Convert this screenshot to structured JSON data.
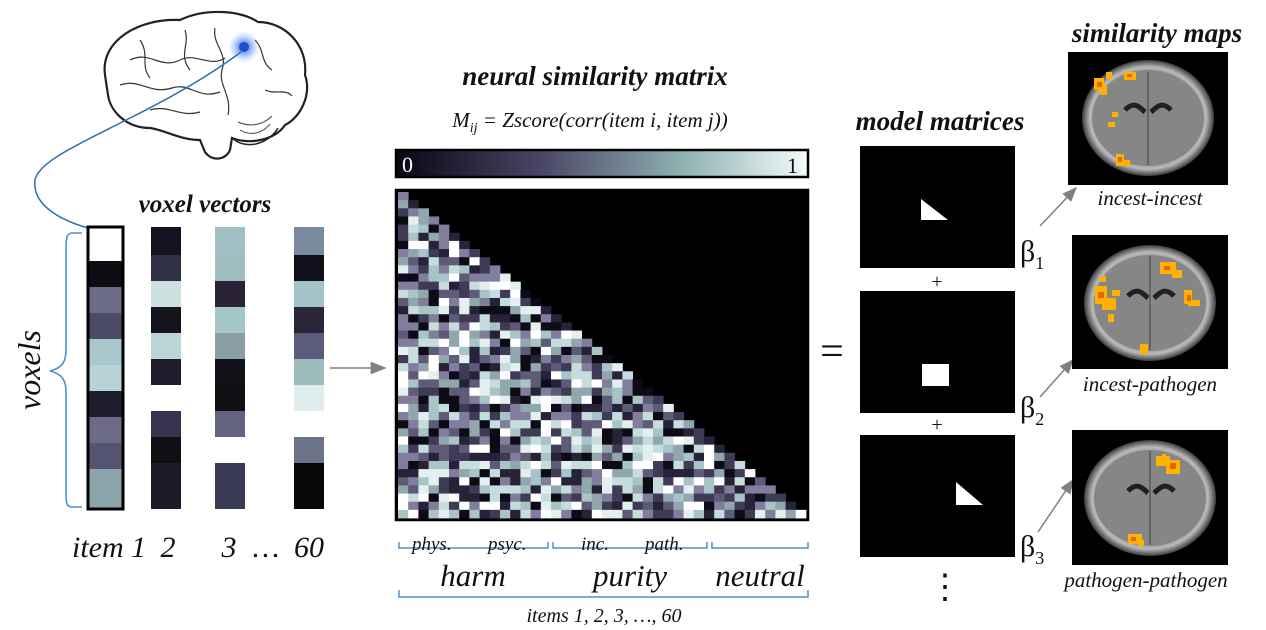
{
  "titles": {
    "neural_matrix": "neural similarity matrix",
    "voxel_vectors": "voxel vectors",
    "model_matrices": "model matrices",
    "similarity_maps": "similarity maps"
  },
  "formula": {
    "M": "M",
    "ij": "ij",
    "rest": " = Zscore(corr(item i, item j))"
  },
  "colorbar": {
    "min": "0",
    "max": "1"
  },
  "voxels_label": "voxels",
  "item_labels": [
    "item 1",
    "2",
    "3",
    "…",
    "60"
  ],
  "sub_categories": [
    "phys.",
    "psyc.",
    "inc.",
    "path."
  ],
  "categories": [
    "harm",
    "purity",
    "neutral"
  ],
  "items_range": "items 1, 2, 3, …, 60",
  "equals": "=",
  "plus": "+",
  "ellipsis_vertical": "⋮",
  "betas": [
    {
      "symbol": "β",
      "sub": "1"
    },
    {
      "symbol": "β",
      "sub": "2"
    },
    {
      "symbol": "β",
      "sub": "3"
    }
  ],
  "map_labels": [
    "incest-incest",
    "incest-pathogen",
    "pathogen-pathogen"
  ],
  "colors": {
    "bracket": "#4a90d0",
    "arrow": "#808080",
    "activation": "#ffb000"
  }
}
